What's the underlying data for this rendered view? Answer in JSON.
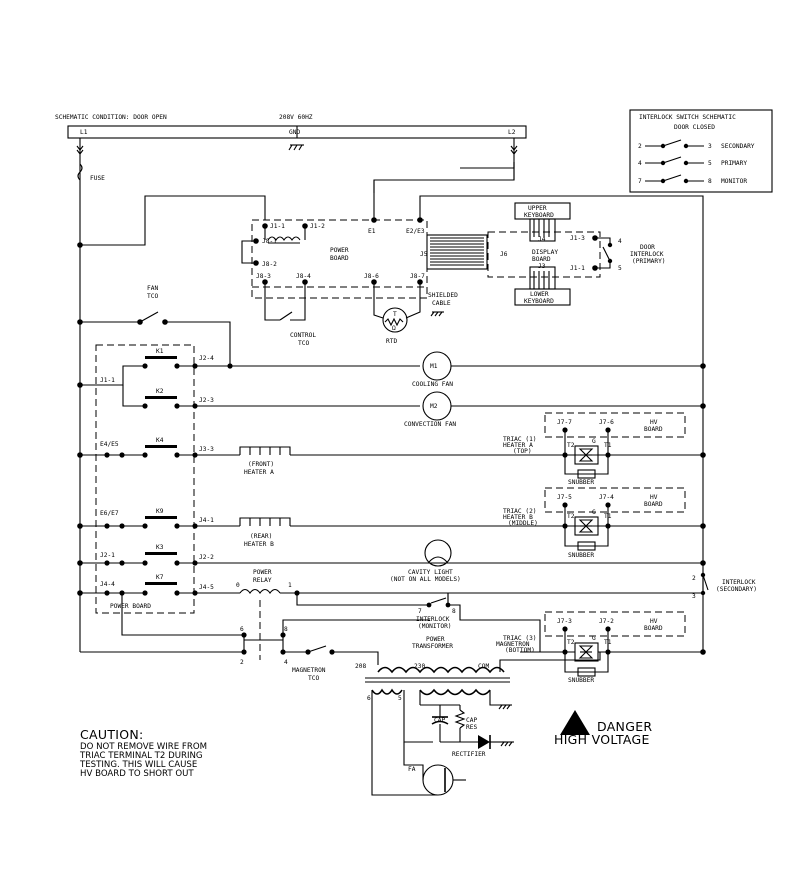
{
  "header": {
    "condition": "SCHEMATIC CONDITION: DOOR OPEN",
    "supply": "208V 60HZ",
    "gnd": "GND",
    "l1": "L1",
    "l2": "L2",
    "fuse": "FUSE"
  },
  "interlock_schematic": {
    "title": "INTERLOCK SWITCH SCHEMATIC",
    "subtitle": "DOOR CLOSED",
    "rows": [
      {
        "left": "2",
        "right": "3",
        "label": "SECONDARY"
      },
      {
        "left": "4",
        "right": "5",
        "label": "PRIMARY"
      },
      {
        "left": "7",
        "right": "8",
        "label": "MONITOR"
      }
    ]
  },
  "power_board": {
    "j1_1": "J1-1",
    "j1_2": "J1-2",
    "e1": "E1",
    "e2e3": "E2/E3",
    "j8_1": "J8-1",
    "j8_2": "J8-2",
    "j8_3": "J8-3",
    "j8_4": "J8-4",
    "j8_6": "J8-6",
    "j8_7": "J8-7",
    "label_1": "POWER",
    "label_2": "BOARD",
    "shielded_1": "SHIELDED",
    "shielded_2": "CABLE",
    "control_tco_1": "CONTROL",
    "control_tco_2": "TCO",
    "rtd": "RTD",
    "rtd_t": "T",
    "rtd_ohm": "Ω",
    "j5": "J5",
    "j6": "J6"
  },
  "display_board": {
    "upper_1": "UPPER",
    "upper_2": "KEYBOARD",
    "j4": "J4",
    "label_1": "DISPLAY",
    "label_2": "BOARD",
    "j3": "J3",
    "lower_1": "LOWER",
    "lower_2": "KEYBOARD",
    "j1_3": "J1-3",
    "j1_1": "J1-1",
    "door_1": "DOOR",
    "door_2": "INTERLOCK",
    "door_3": "(PRIMARY)",
    "pin4": "4",
    "pin5": "5"
  },
  "fan_tco_1": "FAN",
  "fan_tco_2": "TCO",
  "relays": {
    "j1_1": "J1-1",
    "k1": "K1",
    "j2_4": "J2-4",
    "k2": "K2",
    "j2_3": "J2-3",
    "e4e5": "E4/E5",
    "k4": "K4",
    "j3_3": "J3-3",
    "e6e7": "E6/E7",
    "k9": "K9",
    "j4_1": "J4-1",
    "j2_1": "J2-1",
    "k3": "K3",
    "j2_2": "J2-2",
    "j4_4": "J4-4",
    "k7": "K7",
    "j4_5": "J4-5",
    "board_label": "POWER BOARD"
  },
  "loads": {
    "m1": "M1",
    "cooling_fan": "COOLING FAN",
    "m2": "M2",
    "convection_fan": "CONVECTION FAN",
    "heater_a_1": "(FRONT)",
    "heater_a_2": "HEATER A",
    "heater_b_1": "(REAR)",
    "heater_b_2": "HEATER B",
    "cavity_1": "CAVITY LIGHT",
    "cavity_2": "(NOT ON ALL MODELS)",
    "relay_1": "POWER",
    "relay_2": "RELAY",
    "relay_0": "0",
    "relay_pin1": "1"
  },
  "hv_boards": [
    {
      "ja": "J7-7",
      "jb": "J7-6",
      "hv1": "HV",
      "hv2": "BOARD",
      "triac_1": "TRIAC (1)",
      "triac_2": "HEATER A",
      "triac_3": "(TOP)",
      "t2": "T2",
      "g": "G",
      "t1": "T1",
      "snubber": "SNUBBER"
    },
    {
      "ja": "J7-5",
      "jb": "J7-4",
      "hv1": "HV",
      "hv2": "BOARD",
      "triac_1": "TRIAC (2)",
      "triac_2": "HEATER B",
      "triac_3": "(MIDDLE)",
      "t2": "T2",
      "g": "G",
      "t1": "T1",
      "snubber": "SNUBBER"
    },
    {
      "ja": "J7-3",
      "jb": "J7-2",
      "hv1": "HV",
      "hv2": "BOARD",
      "triac_1": "TRIAC (3)",
      "triac_2": "MAGNETRON",
      "triac_3": "(BOTTOM)",
      "t2": "T2",
      "g": "G",
      "t1": "T1",
      "snubber": "SNUBBER"
    }
  ],
  "interlock_secondary": {
    "pin2": "2",
    "pin3": "3",
    "label_1": "INTERLOCK",
    "label_2": "(SECONDARY)"
  },
  "monitor": {
    "pin7": "7",
    "pin8": "8",
    "label_1": "INTERLOCK",
    "label_2": "(MONITOR)"
  },
  "transformer": {
    "label_1": "POWER",
    "label_2": "TRANSFORMER",
    "tap_208": "208",
    "tap_230": "230",
    "tap_com": "COM",
    "sec_6": "6",
    "sec_5": "5",
    "relay_pin6": "6",
    "relay_pin8": "8",
    "relay_pin2": "2",
    "relay_pin4": "4",
    "mag_tco_1": "MAGNETRON",
    "mag_tco_2": "TCO"
  },
  "hv_circuit": {
    "cap": "CAP",
    "cap_res_1": "CAP",
    "cap_res_2": "RES",
    "rectifier": "RECTIFIER",
    "fa": "FA"
  },
  "caution": {
    "title": "CAUTION:",
    "line1": "DO NOT REMOVE WIRE FROM",
    "line2": "TRIAC TERMINAL T2 DURING",
    "line3": "TESTING. THIS WILL CAUSE",
    "line4": "HV BOARD TO SHORT OUT"
  },
  "danger": {
    "line1": "DANGER",
    "line2": "HIGH VOLTAGE"
  }
}
